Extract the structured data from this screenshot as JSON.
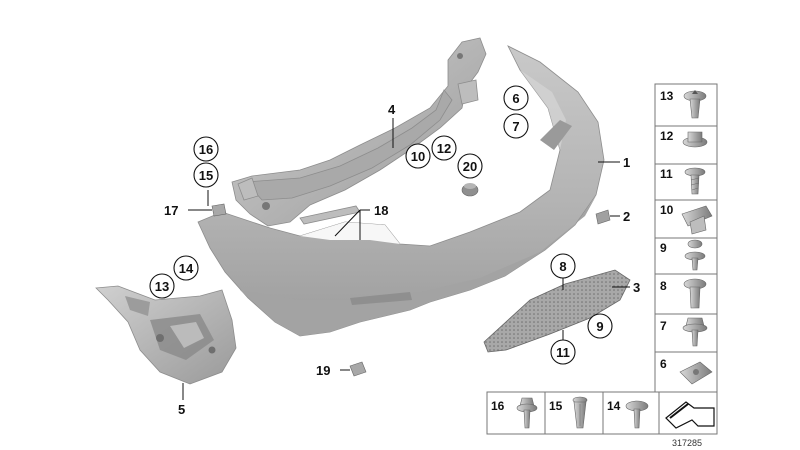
{
  "diagram": {
    "callouts": {
      "c1": "1",
      "c2": "2",
      "c3": "3",
      "c4": "4",
      "c5": "5",
      "c6": "6",
      "c7": "7",
      "c8": "8",
      "c9": "9",
      "c10": "10",
      "c11": "11",
      "c12": "12",
      "c13": "13",
      "c14": "14",
      "c15": "15",
      "c16": "16",
      "c17": "17",
      "c18": "18",
      "c19": "19",
      "c20": "20"
    },
    "parts_panel": {
      "right_column": [
        {
          "label": "13",
          "icon": "push-rivet-icon"
        },
        {
          "label": "12",
          "icon": "expansion-nut-icon"
        },
        {
          "label": "11",
          "icon": "torx-screw-icon"
        },
        {
          "label": "10",
          "icon": "spring-nut-icon"
        },
        {
          "label": "9",
          "icon": "expanding-rivet-icon"
        },
        {
          "label": "8",
          "icon": "plastic-rivet-icon"
        },
        {
          "label": "7",
          "icon": "collar-screw-icon"
        },
        {
          "label": "6",
          "icon": "clip-nut-icon"
        }
      ],
      "bottom_row": [
        {
          "label": "16",
          "icon": "hex-screw-icon"
        },
        {
          "label": "15",
          "icon": "expanding-plug-icon"
        },
        {
          "label": "14",
          "icon": "flat-screw-icon"
        }
      ],
      "arrow_icon": "direction-arrow-icon"
    },
    "reference_number": "317285"
  }
}
